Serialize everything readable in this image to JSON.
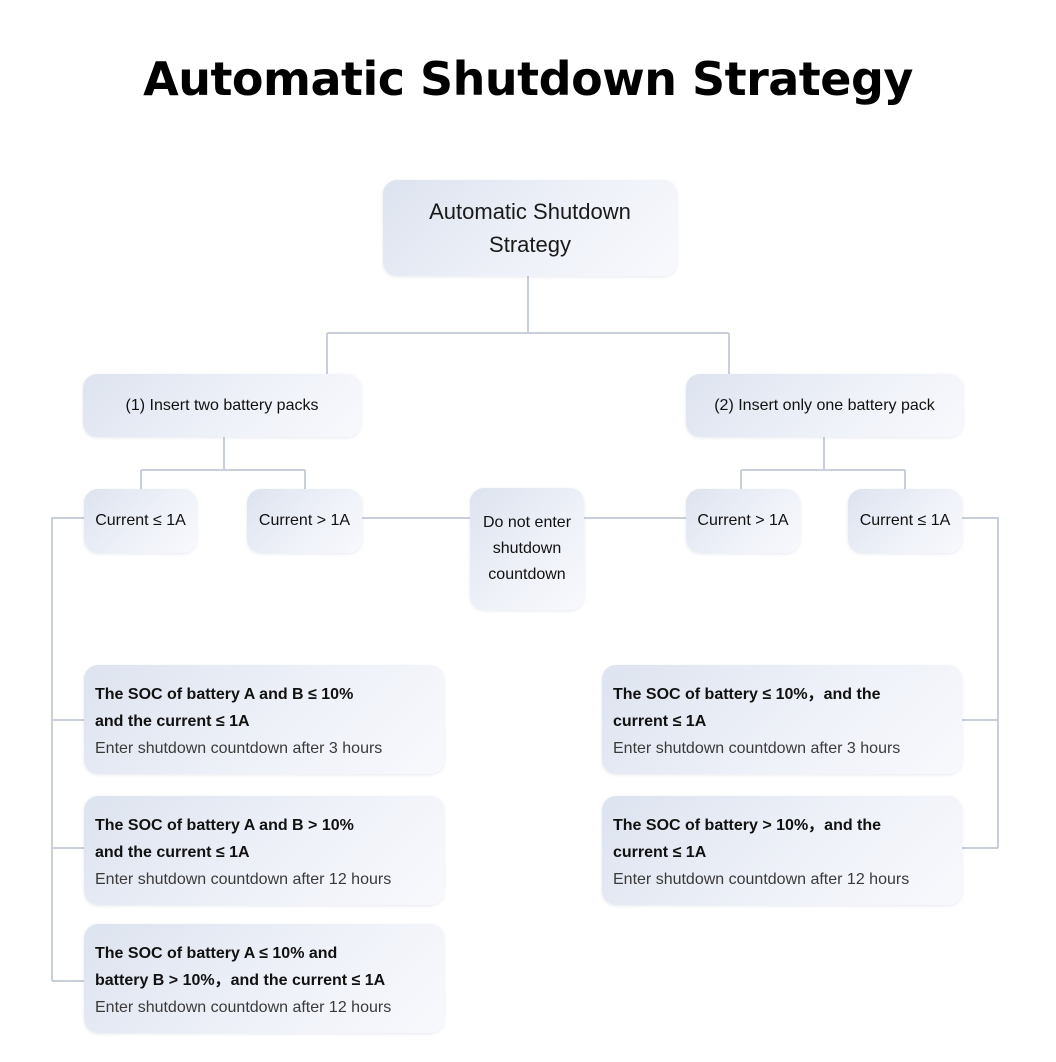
{
  "title": "Automatic Shutdown Strategy",
  "root": {
    "line1": "Automatic Shutdown",
    "line2": "Strategy"
  },
  "branches": {
    "two_packs": "(1)  Insert two battery packs",
    "one_pack": "(2)  Insert only one battery pack"
  },
  "conditions": {
    "left_low": "Current ≤ 1A",
    "left_high": "Current  > 1A",
    "right_high": "Current  > 1A",
    "right_low": "Current ≤ 1A"
  },
  "no_countdown": {
    "line1": "Do not enter",
    "line2": "shutdown",
    "line3": "countdown"
  },
  "rules_two_packs": [
    {
      "line1": "The SOC of battery A and B ≤ 10%",
      "line2": "and the current ≤ 1A",
      "action": "Enter shutdown countdown after 3 hours"
    },
    {
      "line1": "The SOC of battery A and B  > 10%",
      "line2": "and the current ≤ 1A",
      "action": "Enter shutdown countdown after 12 hours"
    },
    {
      "line1": "The SOC of battery A ≤ 10% and",
      "line2": "battery B  >  10%，and the current ≤ 1A",
      "action": "Enter shutdown countdown after 12 hours"
    }
  ],
  "rules_one_pack": [
    {
      "line1": "The SOC of battery  ≤ 10%，and the",
      "line2": "current ≤ 1A",
      "action": "Enter shutdown countdown after 3 hours"
    },
    {
      "line1": "The SOC of battery   > 10%，and the",
      "line2": "current ≤ 1A",
      "action": "Enter shutdown countdown after 12 hours"
    }
  ],
  "colors": {
    "connector": "#c9cedb",
    "box_start": "#dde3ef",
    "box_end": "#f8f9fd"
  }
}
